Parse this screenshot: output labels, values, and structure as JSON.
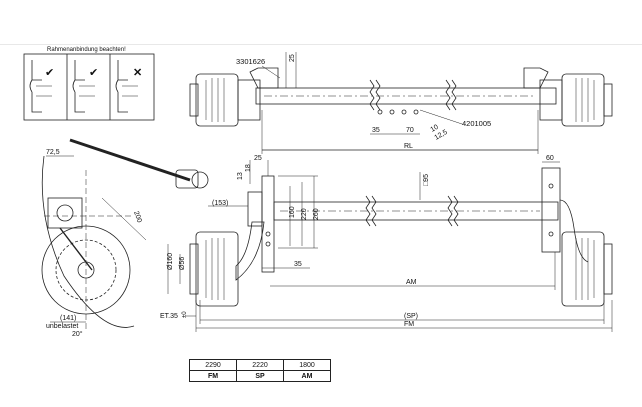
{
  "note_title": "Rahmenanbindung beachten!",
  "frame_marks": [
    "✔",
    "✔",
    "✕"
  ],
  "part_numbers": {
    "top_left": "3301626",
    "right": "4201005"
  },
  "dims": {
    "d25_top": "25",
    "d35": "35",
    "d70": "70",
    "d12_5": "12,5",
    "d10": "10",
    "RL": "RL",
    "d72_5": "72,5",
    "d200": "200",
    "d25_mid": "25",
    "d60": "60",
    "d13": "13",
    "d18": "18",
    "d95": "□95",
    "d153": "(153)",
    "d160": "160",
    "d220": "220",
    "d260": "260",
    "d35_lower": "35",
    "dia160": "Ø160",
    "dia56": "Ø56",
    "AM": "AM",
    "ET35": "ET.35",
    "SP": "(SP)",
    "FM": "FM",
    "d141": "(141)",
    "unbelastet": "unbelastet",
    "angle20": "20°",
    "pm": "±0"
  },
  "table": {
    "values": [
      "2290",
      "2220",
      "1800"
    ],
    "keys": [
      "FM",
      "SP",
      "AM"
    ]
  }
}
